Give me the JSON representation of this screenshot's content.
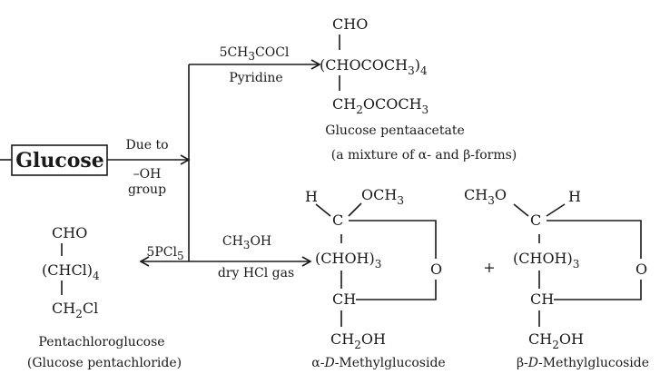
{
  "start": {
    "label": "Glucose"
  },
  "conditions": {
    "due_to": "Due to",
    "oh": "–OH",
    "group": "group"
  },
  "reaction_acetylation": {
    "reagent_main": "5CH",
    "reagent_sub": "3",
    "reagent_tail": "COCl",
    "catalyst": "Pyridine"
  },
  "pentaacetate": {
    "line1": "CHO",
    "line2_main": "(CHOCOCH",
    "line2_sub": "3",
    "line2_tail": ")",
    "line2_n": "4",
    "line3_main": "CH",
    "line3_sub": "2",
    "line3_tail": "OCOCH",
    "line3_sub2": "3",
    "name": "Glucose pentaacetate",
    "note": "(a mixture of α- and β-forms)"
  },
  "reaction_chlorination": {
    "reagent_main": "5PCl",
    "reagent_sub": "5"
  },
  "pentachloro": {
    "line1": "CHO",
    "line2_main": "(CHCl)",
    "line2_n": "4",
    "line3_main": "CH",
    "line3_sub": "2",
    "line3_tail": "Cl",
    "name": "Pentachloroglucose",
    "alt_name": "(Glucose pentachloride)"
  },
  "reaction_methylation": {
    "reagent_main": "CH",
    "reagent_sub": "3",
    "reagent_tail": "OH",
    "catalyst": "dry HCl gas"
  },
  "alpha": {
    "h": "H",
    "och3_main": "OCH",
    "och3_sub": "3",
    "c": "C",
    "chohn_main": "(CHOH)",
    "chohn_n": "3",
    "ring_o": "O",
    "ch": "CH",
    "ch2oh_main": "CH",
    "ch2oh_sub": "2",
    "ch2oh_tail": "OH",
    "name_prefix": "α-",
    "name_d": "D",
    "name_tail": "-Methylglucoside"
  },
  "plus": "+",
  "beta": {
    "ch3o_main": "CH",
    "ch3o_sub": "3",
    "ch3o_tail": "O",
    "h": "H",
    "c": "C",
    "chohn_main": "(CHOH)",
    "chohn_n": "3",
    "ring_o": "O",
    "ch": "CH",
    "ch2oh_main": "CH",
    "ch2oh_sub": "2",
    "ch2oh_tail": "OH",
    "name_prefix": "β-",
    "name_d": "D",
    "name_tail": "-Methylglucoside"
  }
}
